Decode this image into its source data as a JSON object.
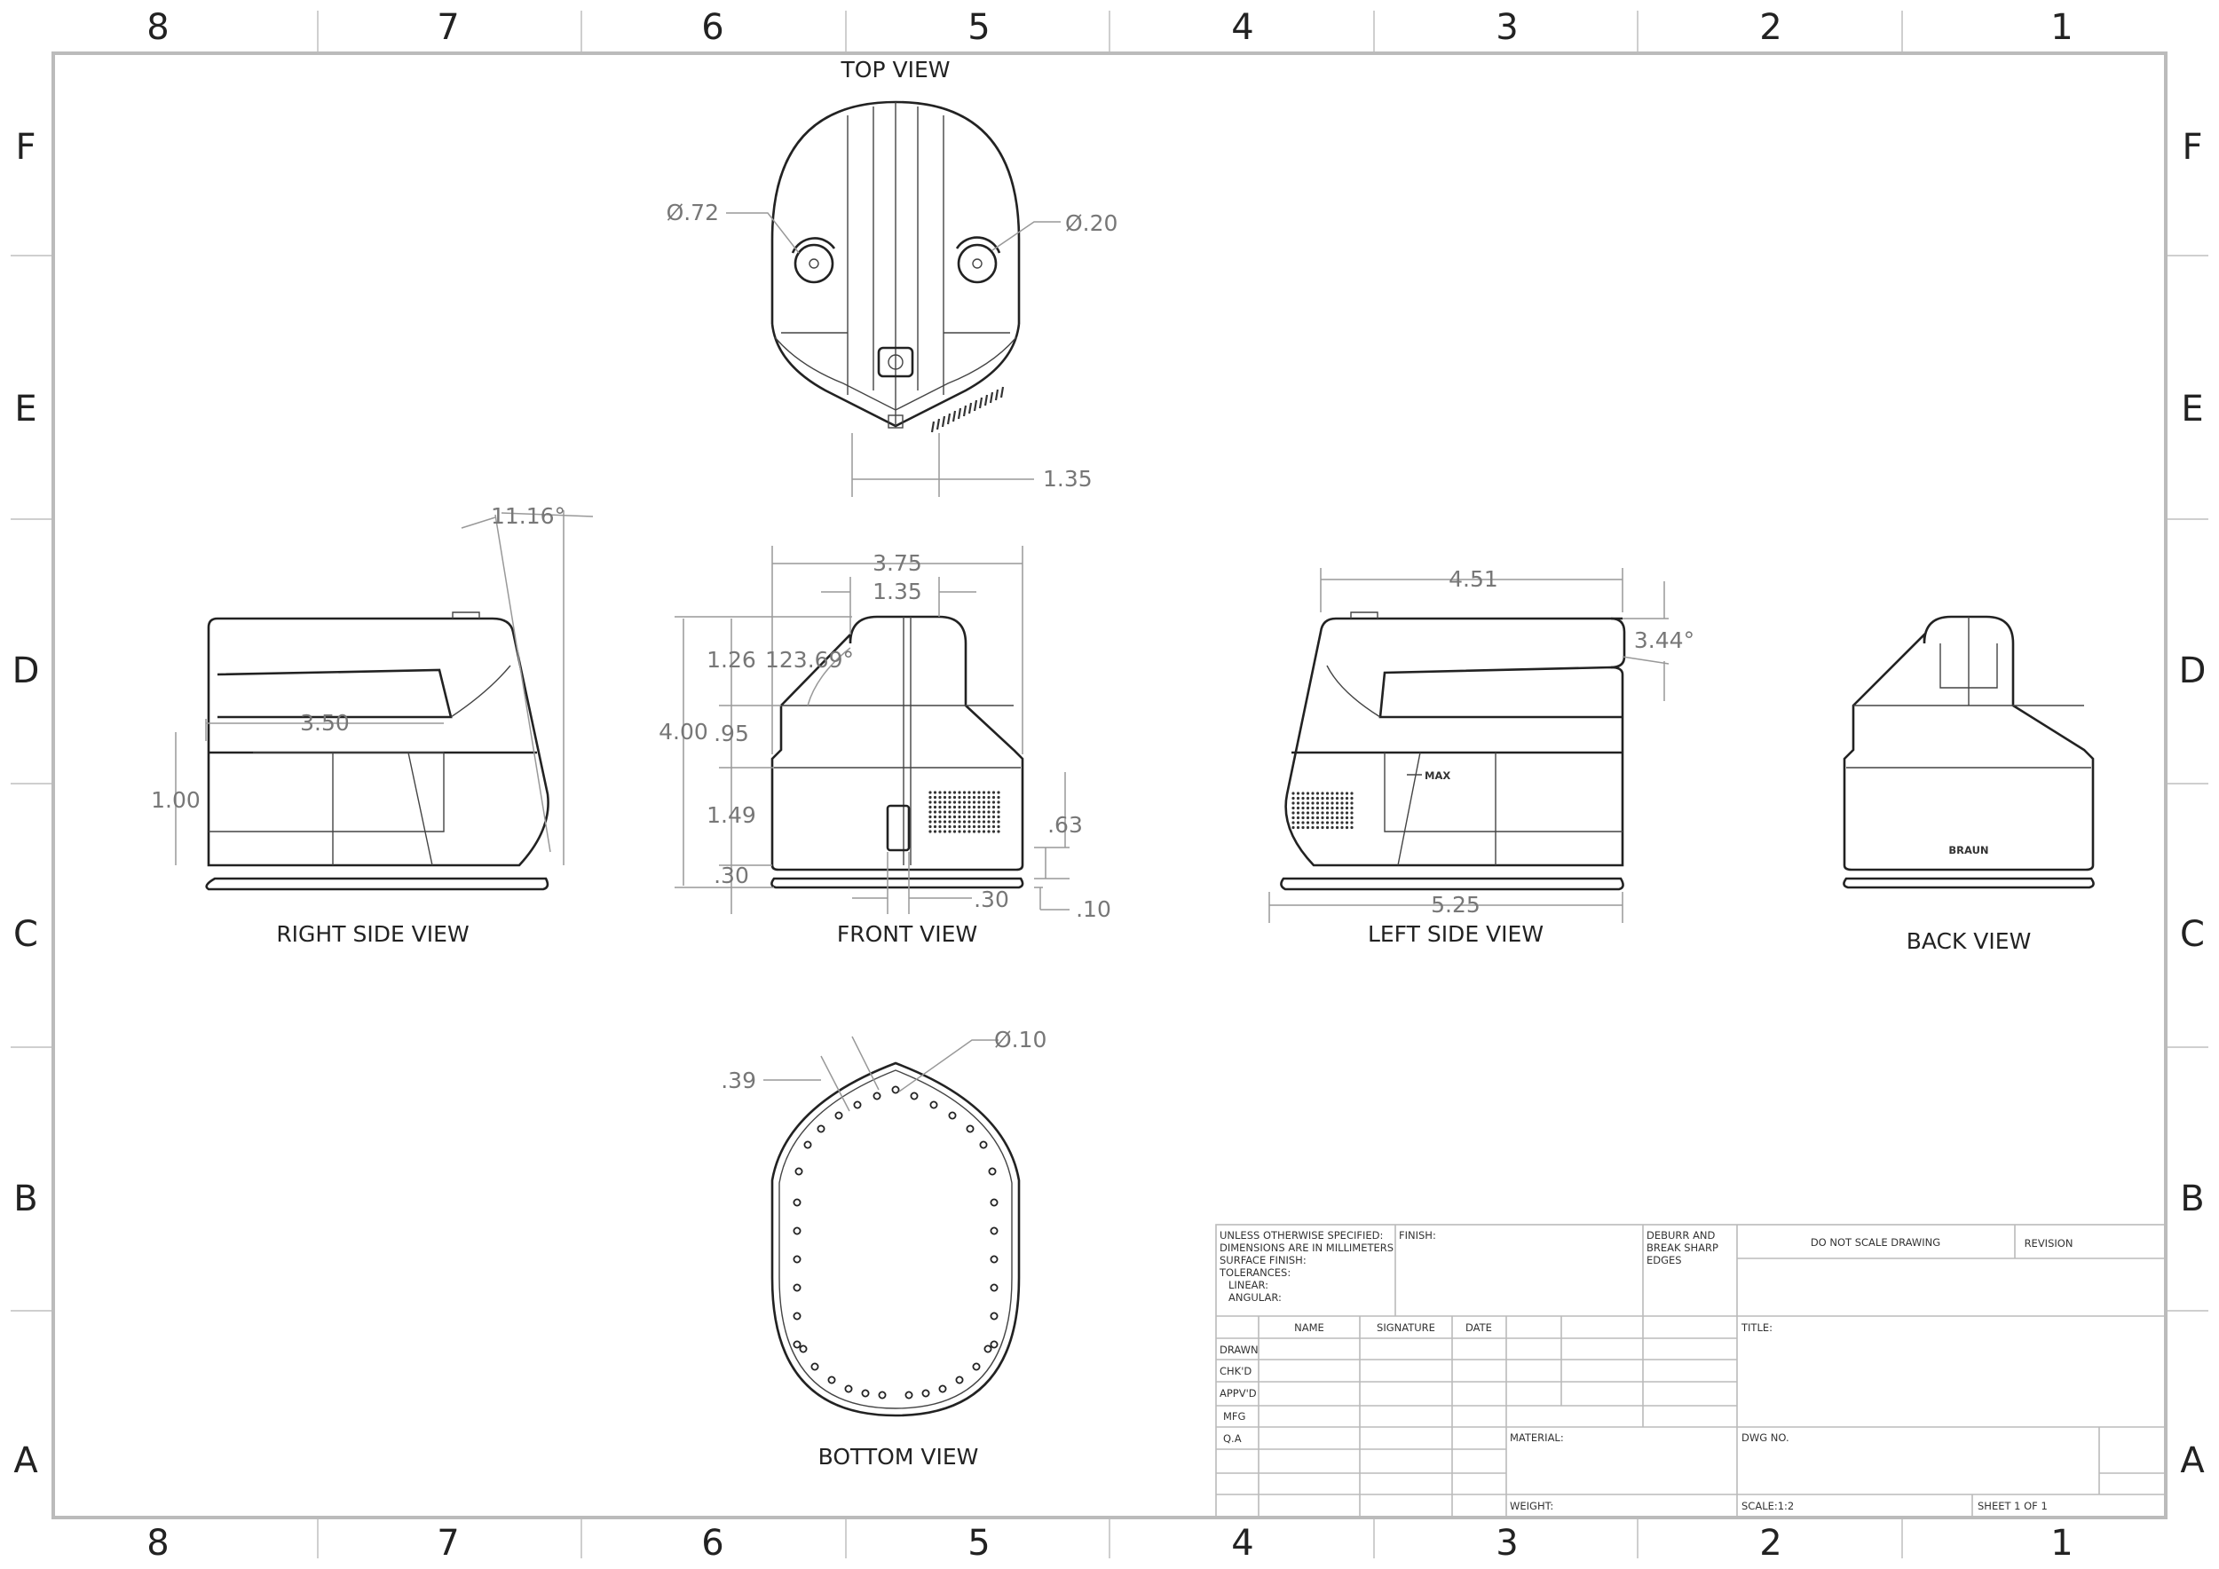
{
  "zones": {
    "columns": [
      "8",
      "7",
      "6",
      "5",
      "4",
      "3",
      "2",
      "1"
    ],
    "rows": [
      "F",
      "E",
      "D",
      "C",
      "B",
      "A"
    ]
  },
  "views": {
    "top": "TOP VIEW",
    "right_side": "RIGHT SIDE VIEW",
    "front": "FRONT VIEW",
    "left_side": "LEFT SIDE VIEW",
    "back": "BACK VIEW",
    "bottom": "BOTTOM VIEW"
  },
  "dimensions": {
    "top_dia_left": "Ø.72",
    "top_dia_right": "Ø.20",
    "top_width": "1.35",
    "right_angle": "11.16°",
    "right_length": "3.50",
    "right_height": "1.00",
    "front_width": "3.75",
    "front_neck": "1.35",
    "front_angle": "123.69°",
    "front_total": "4.00",
    "front_h1": "1.26",
    "front_h2": ".95",
    "front_h3": "1.49",
    "front_h4": ".30",
    "front_vent": ".63",
    "front_bottom_width": ".30",
    "front_base": ".10",
    "left_top_length": "4.51",
    "left_angle": "3.44°",
    "left_length": "5.25",
    "bottom_hole": "Ø.10",
    "bottom_spacing": ".39"
  },
  "markings": {
    "max": "MAX",
    "brand": "BRAUN"
  },
  "title_block": {
    "notes": [
      "UNLESS OTHERWISE SPECIFIED:",
      "DIMENSIONS ARE IN MILLIMETERS",
      "SURFACE FINISH:",
      "TOLERANCES:",
      "   LINEAR:",
      "   ANGULAR:"
    ],
    "finish": "FINISH:",
    "deburr": [
      "DEBURR AND",
      "BREAK SHARP",
      "EDGES"
    ],
    "no_scale": "DO NOT SCALE DRAWING",
    "revision": "REVISION",
    "col_name": "NAME",
    "col_signature": "SIGNATURE",
    "col_date": "DATE",
    "rows": [
      "DRAWN",
      "CHK'D",
      "APPV'D",
      "MFG",
      "Q.A"
    ],
    "title": "TITLE:",
    "material": "MATERIAL:",
    "dwg_no": "DWG NO.",
    "weight": "WEIGHT:",
    "scale": "SCALE:1:2",
    "sheet": "SHEET 1 OF 1"
  }
}
